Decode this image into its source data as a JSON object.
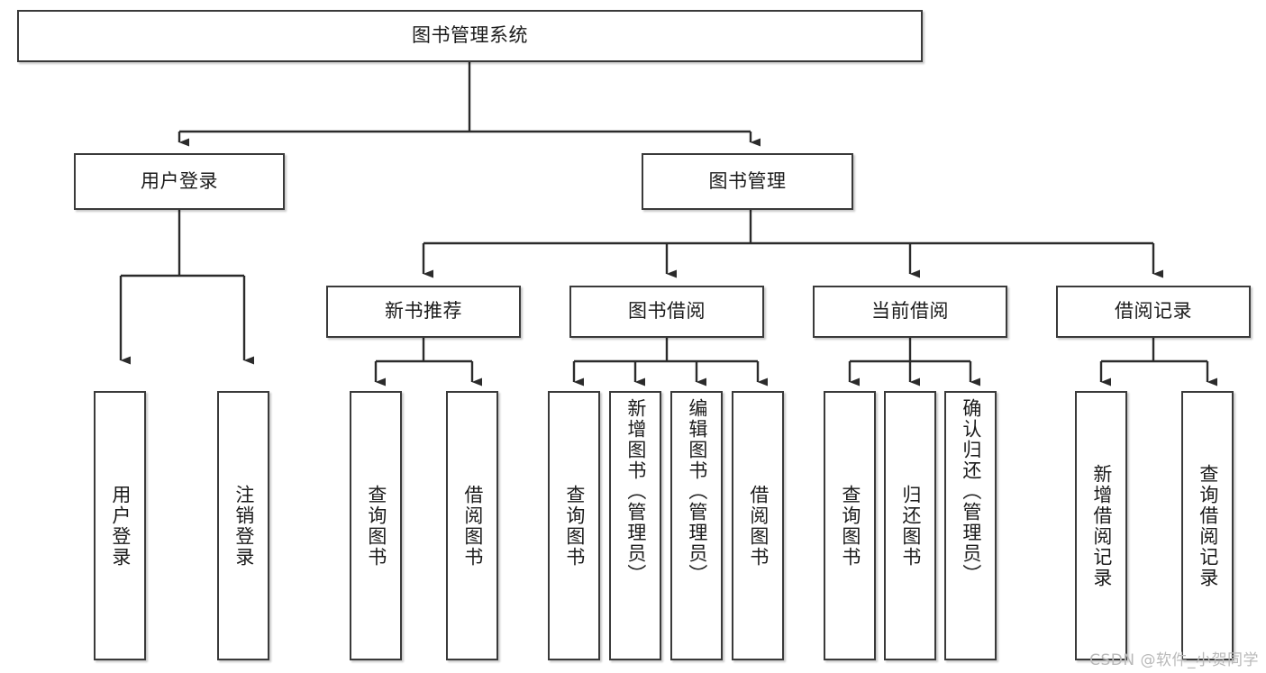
{
  "diagram": {
    "type": "hierarchy-tree",
    "title": "图书管理系统",
    "watermark": "CSDN @软件_小贺同学",
    "colors": {
      "box_border": "#3a3a3a",
      "box_fill": "#ffffff",
      "connector": "#2b2b2b",
      "text": "#1b1b1b",
      "watermark": "#b9b9b9"
    },
    "root": {
      "label": "图书管理系统",
      "orientation": "horizontal"
    },
    "level1": [
      {
        "label": "用户登录",
        "orientation": "horizontal"
      },
      {
        "label": "图书管理",
        "orientation": "horizontal"
      }
    ],
    "level2": [
      {
        "label": "新书推荐",
        "orientation": "horizontal"
      },
      {
        "label": "图书借阅",
        "orientation": "horizontal"
      },
      {
        "label": "当前借阅",
        "orientation": "horizontal"
      },
      {
        "label": "借阅记录",
        "orientation": "horizontal"
      }
    ],
    "leaves": {
      "user_login": [
        {
          "label": "用户登录",
          "orientation": "vertical"
        },
        {
          "label": "注销登录",
          "orientation": "vertical"
        }
      ],
      "new_book_recommend": [
        {
          "label": "查询图书",
          "orientation": "vertical"
        },
        {
          "label": "借阅图书",
          "orientation": "vertical"
        }
      ],
      "book_borrow": [
        {
          "label": "查询图书",
          "orientation": "vertical"
        },
        {
          "label": "新增图书（管理员）",
          "orientation": "vertical"
        },
        {
          "label": "编辑图书（管理员）",
          "orientation": "vertical"
        },
        {
          "label": "借阅图书",
          "orientation": "vertical"
        }
      ],
      "current_borrow": [
        {
          "label": "查询图书",
          "orientation": "vertical"
        },
        {
          "label": "归还图书",
          "orientation": "vertical"
        },
        {
          "label": "确认归还（管理员）",
          "orientation": "vertical"
        }
      ],
      "borrow_record": [
        {
          "label": "新增借阅记录",
          "orientation": "vertical"
        },
        {
          "label": "查询借阅记录",
          "orientation": "vertical"
        }
      ]
    }
  }
}
